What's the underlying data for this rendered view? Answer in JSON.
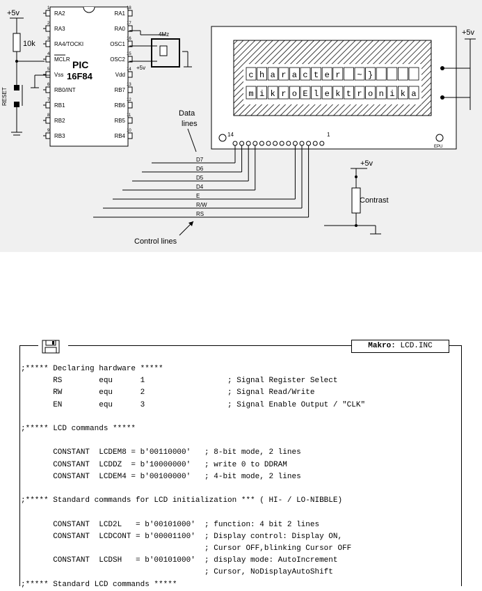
{
  "schematic": {
    "supply_left": "+5v",
    "supply_right": "+5v",
    "supply_pot": "+5v",
    "supply_vdd": "+5v",
    "resistor": "10k",
    "reset": "RESET",
    "crystal": "4Mz",
    "chip_line1": "PIC",
    "chip_line2": "16F84",
    "left_pins": [
      {
        "num": "1",
        "name": "RA2"
      },
      {
        "num": "2",
        "name": "RA3"
      },
      {
        "num": "3",
        "name": "RA4/TOCKI"
      },
      {
        "num": "4",
        "name": "MCLR"
      },
      {
        "num": "5",
        "name": "Vss"
      },
      {
        "num": "6",
        "name": "RB0/INT"
      },
      {
        "num": "7",
        "name": "RB1"
      },
      {
        "num": "8",
        "name": "RB2"
      },
      {
        "num": "9",
        "name": "RB3"
      }
    ],
    "right_pins": [
      {
        "num": "18",
        "name": "RA1"
      },
      {
        "num": "17",
        "name": "RA0"
      },
      {
        "num": "16",
        "name": "OSC1"
      },
      {
        "num": "15",
        "name": "OSC2"
      },
      {
        "num": "14",
        "name": "Vdd"
      },
      {
        "num": "13",
        "name": "RB7"
      },
      {
        "num": "12",
        "name": "RB6"
      },
      {
        "num": "11",
        "name": "RB5"
      },
      {
        "num": "10",
        "name": "RB4"
      }
    ],
    "data_lines_1": "Data",
    "data_lines_2": "lines",
    "bus": [
      "D7",
      "D6",
      "D5",
      "D4",
      "E",
      "R/W",
      "RS"
    ],
    "contrast": "Contrast",
    "control_lines": "Control lines",
    "lcd_row1": [
      "c",
      "h",
      "a",
      "r",
      "a",
      "c",
      "t",
      "e",
      "r",
      "",
      "~",
      "}",
      "",
      "",
      "",
      ""
    ],
    "lcd_row2": [
      "m",
      "i",
      "k",
      "r",
      "o",
      "E",
      "l",
      "e",
      "k",
      "t",
      "r",
      "o",
      "n",
      "i",
      "k",
      "a"
    ],
    "pin_14": "14",
    "pin_1": "1",
    "epu": "EPU"
  },
  "listing": {
    "title_bold": "Makro:",
    "title_file": "LCD.INC",
    "lines": [
      ";***** Declaring hardware *****",
      "       RS        equ      1                  ; Signal Register Select",
      "       RW        equ      2                  ; Signal Read/Write",
      "       EN        equ      3                  ; Signal Enable Output / \"CLK\"",
      "",
      ";***** LCD commands *****",
      "",
      "       CONSTANT  LCDEM8 = b'00110000'   ; 8-bit mode, 2 lines",
      "       CONSTANT  LCDDZ  = b'10000000'   ; write 0 to DDRAM",
      "       CONSTANT  LCDEM4 = b'00100000'   ; 4-bit mode, 2 lines",
      "",
      ";***** Standard commands for LCD initialization *** ( HI- / LO-NIBBLE)",
      "",
      "       CONSTANT  LCD2L   = b'00101000'  ; function: 4 bit 2 lines",
      "       CONSTANT  LCDCONT = b'00001100'  ; Display control: Display ON,",
      "                                        ; Cursor OFF,blinking Cursor OFF",
      "       CONSTANT  LCDSH   = b'00101000'  ; display mode: AutoIncrement",
      "                                        ; Cursor, NoDisplayAutoShift",
      ";***** Standard LCD commands *****"
    ]
  }
}
